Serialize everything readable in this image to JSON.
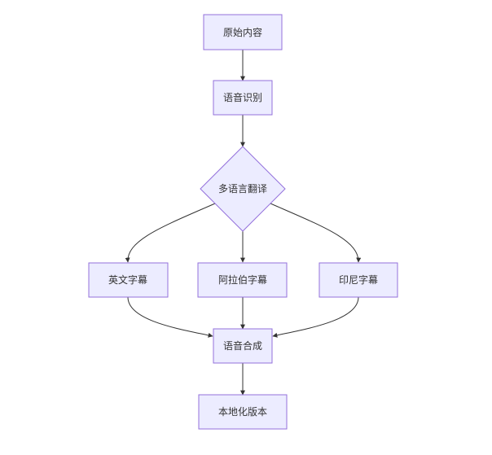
{
  "diagram": {
    "nodes": {
      "original": "原始内容",
      "asr": "语音识别",
      "translate": "多语言翻译",
      "english": "英文字幕",
      "arabic": "阿拉伯字幕",
      "indonesian": "印尼字幕",
      "tts": "语音合成",
      "localized": "本地化版本"
    },
    "edges": [
      [
        "original",
        "asr"
      ],
      [
        "asr",
        "translate"
      ],
      [
        "translate",
        "english"
      ],
      [
        "translate",
        "arabic"
      ],
      [
        "translate",
        "indonesian"
      ],
      [
        "english",
        "tts"
      ],
      [
        "arabic",
        "tts"
      ],
      [
        "indonesian",
        "tts"
      ],
      [
        "tts",
        "localized"
      ]
    ]
  }
}
